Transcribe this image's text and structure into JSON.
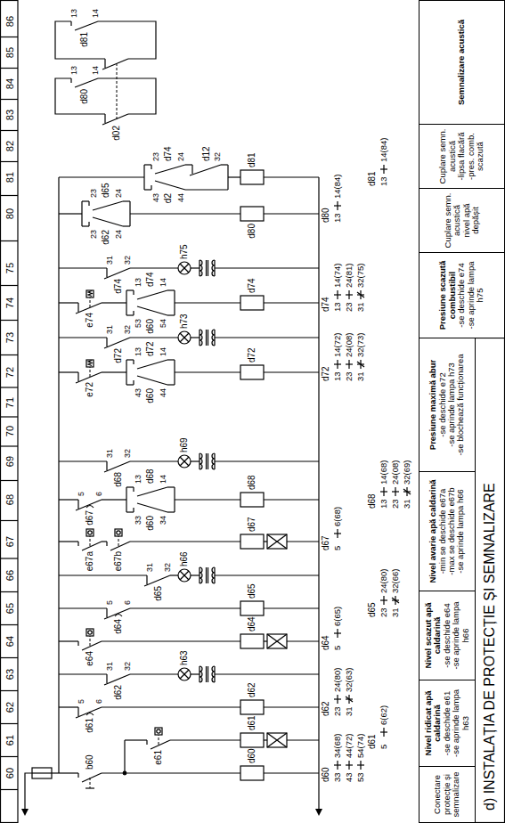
{
  "diagram": {
    "title": "d) INSTALAȚIA DE PROTECȚIE ȘI SEMNALIZARE",
    "nodes": [
      {
        "text": [
          "Conectare protecție și semnalizare"
        ]
      },
      {
        "text": [
          "Nivel ridicat apă caldarină",
          "-se deschide e61",
          "-se aprinde lampa h63"
        ]
      },
      {
        "text": [
          "Nivel scazut apă caldarină",
          "-se deschide e64",
          "-se aprinde lampa h66"
        ]
      },
      {
        "text": [
          "Nivel avarie apă caldarină",
          "-min se deschide e67a",
          "-max se deschide e67b",
          "-se aprinde lampa h66"
        ]
      },
      {
        "text": [
          "Presiune maximă abur",
          "-se deschide e72",
          "-se aprinde lampa h73",
          "-se blochează funcționarea"
        ]
      },
      {
        "text": [
          "Presiune scazută combustibil",
          "-se deschide e74",
          "-se aprinde lampa h75"
        ]
      },
      {
        "text": [
          "Cuplare semn. acustică",
          "nivel apă depășit"
        ]
      },
      {
        "text": [
          "Cuplare semn. acustică",
          "-lipsa flacără",
          "-pres. comb. scazută"
        ]
      },
      {
        "text": [
          "Semnalizare acustică"
        ]
      }
    ],
    "labels": [
      "60",
      "61",
      "62",
      "63",
      "64",
      "65",
      "66",
      "67",
      "68",
      "69",
      "70",
      "71",
      "72",
      "73",
      "74",
      "75",
      "80",
      "81",
      "82",
      "83",
      "84",
      "85",
      "86",
      "b60",
      "e61",
      "d61",
      "5",
      "6",
      "d62",
      "31",
      "32",
      "e64",
      "d64",
      "5",
      "6",
      "d65",
      "31",
      "32",
      "e67a",
      "e67b",
      "d67",
      "5",
      "6",
      "d60",
      "33",
      "34",
      "d68",
      "13",
      "14",
      "d68",
      "31",
      "32",
      "e72",
      "d60",
      "43",
      "44",
      "d72",
      "13",
      "14",
      "d72",
      "31",
      "32",
      "e74",
      "d60",
      "53",
      "54",
      "d74",
      "13",
      "14",
      "d74",
      "31",
      "32",
      "d62",
      "23",
      "24",
      "d65",
      "23",
      "24",
      "d2",
      "43",
      "44",
      "d74",
      "23",
      "24",
      "d12",
      "32",
      "d60",
      "d61",
      "d62",
      "d64",
      "d65",
      "d67",
      "d68",
      "d72",
      "d74",
      "d80",
      "d81",
      "h63",
      "h66",
      "h69",
      "h73",
      "h75",
      "d80",
      "13",
      "14",
      "d81",
      "13",
      "14",
      "d02",
      "d60",
      "33",
      "34(68)",
      "43",
      "44(72)",
      "53",
      "54(74)",
      "d61",
      "5",
      "6(62)",
      "d62",
      "23",
      "24(80)",
      "31",
      "32(63)",
      "d64",
      "5",
      "6(65)",
      "d65",
      "23",
      "24(80)",
      "31",
      "32(66)",
      "d67",
      "5",
      "6(68)",
      "d68",
      "13",
      "14(68)",
      "23",
      "24(08)",
      "31",
      "32(69)",
      "d72",
      "13",
      "14(72)",
      "23",
      "24(08)",
      "31",
      "32(73)",
      "d74",
      "13",
      "14(74)",
      "23",
      "24(81)",
      "31",
      "32(75)",
      "d80",
      "13",
      "14(84)",
      "d81",
      "13",
      "14(84)"
    ]
  }
}
